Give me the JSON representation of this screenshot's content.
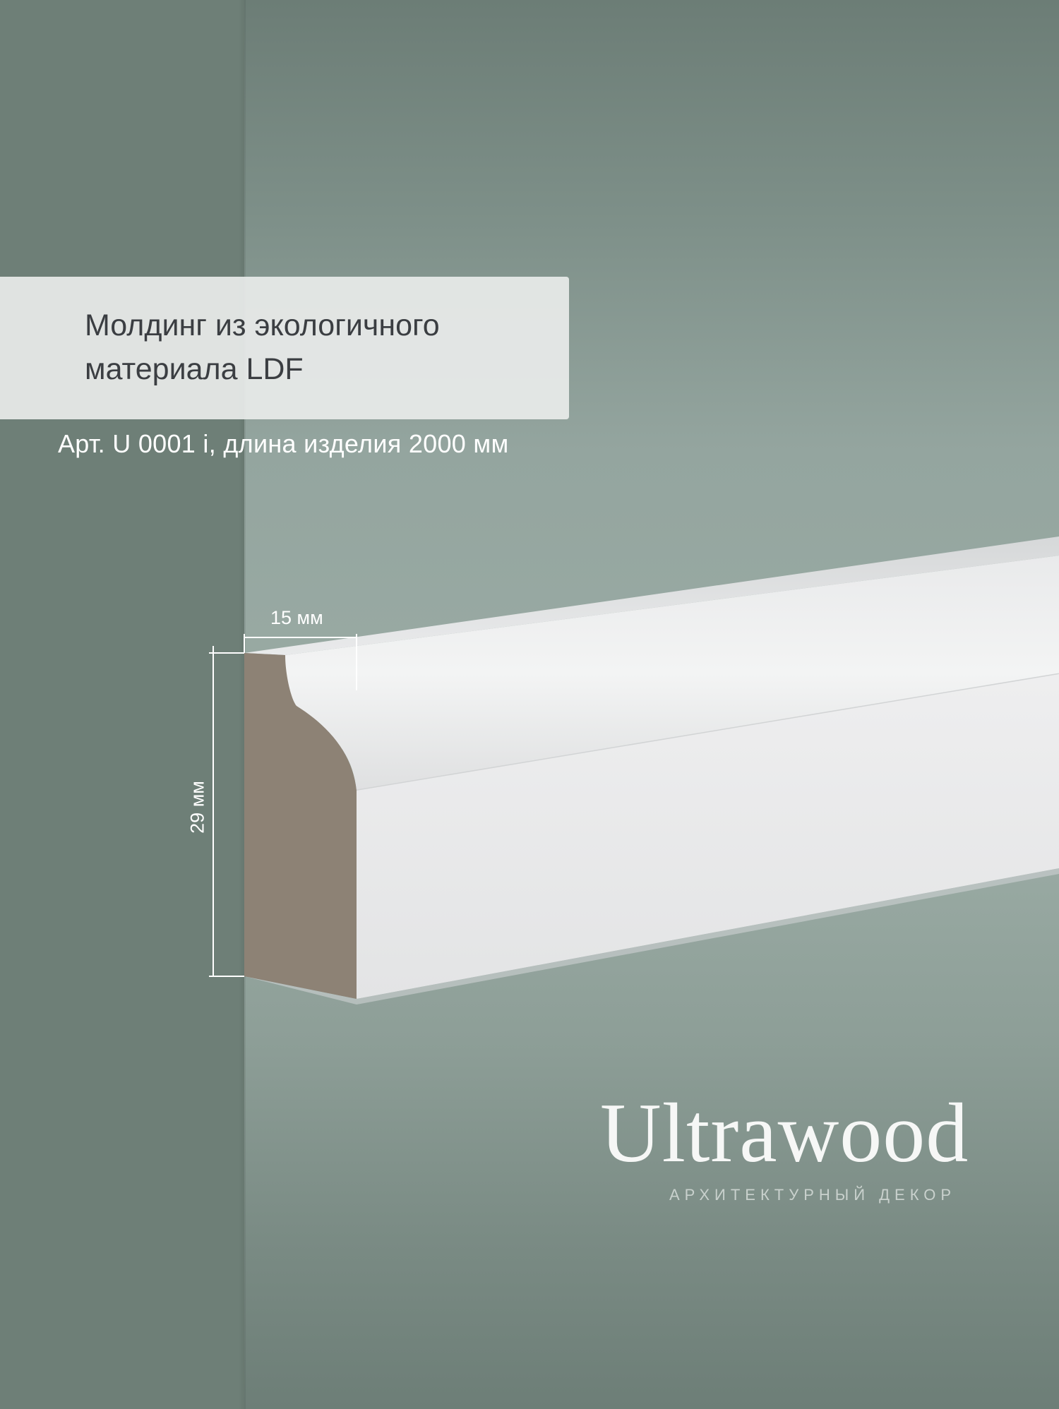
{
  "product": {
    "title_line1": "Молдинг из экологичного",
    "title_line2": "материала LDF",
    "subtitle": "Арт. U 0001 i, длина изделия 2000 мм"
  },
  "dimensions": {
    "width_label": "15 мм",
    "height_label": "29 мм"
  },
  "brand": {
    "name": "Ultrawood",
    "tagline": "АРХИТЕКТУРНЫЙ ДЕКОР"
  },
  "colors": {
    "background": "#9aaba4",
    "panel": "#e9ecea",
    "section": "#8d8275",
    "molding": "#e8eaea"
  }
}
